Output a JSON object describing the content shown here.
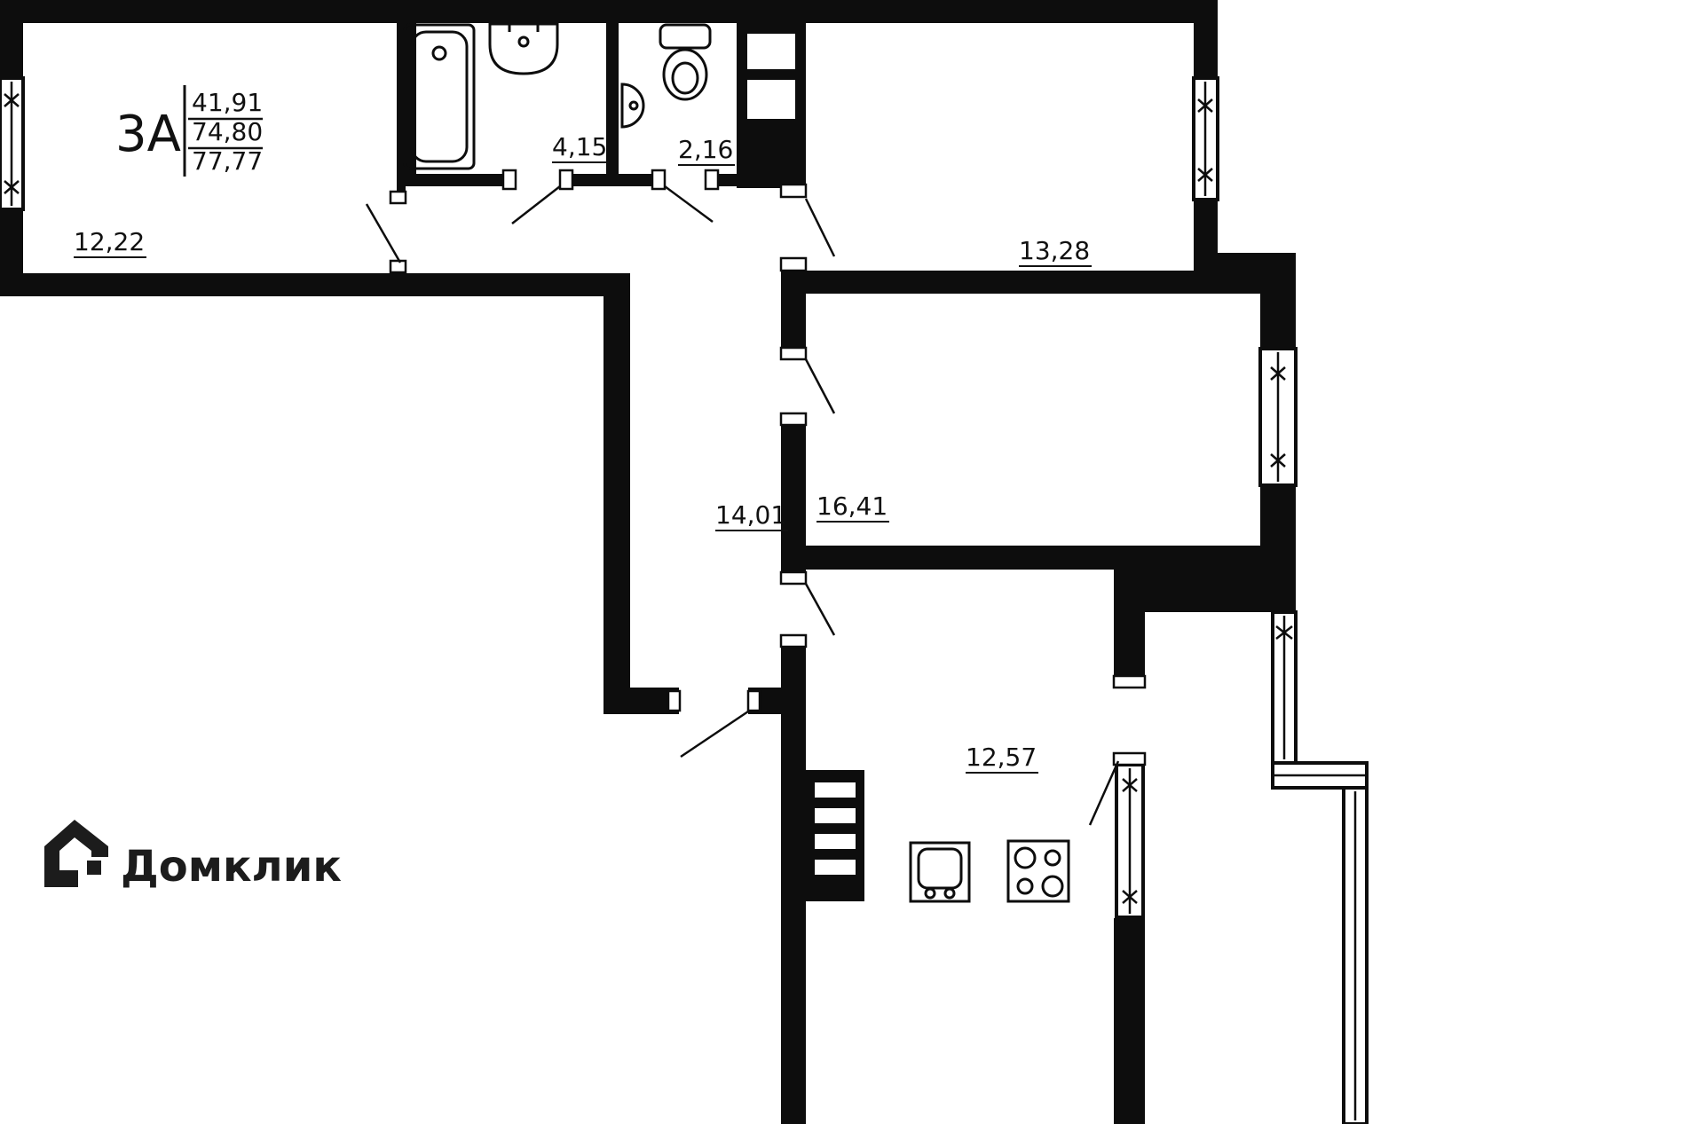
{
  "apartment": {
    "label": "3А",
    "area_values": [
      "41,91",
      "74,80",
      "77,77"
    ]
  },
  "rooms": [
    {
      "id": "living-room",
      "area": "12,22"
    },
    {
      "id": "bathroom",
      "area": "4,15"
    },
    {
      "id": "toilet",
      "area": "2,16"
    },
    {
      "id": "bedroom-1",
      "area": "13,28"
    },
    {
      "id": "hallway",
      "area": "14,01"
    },
    {
      "id": "bedroom-2",
      "area": "16,41"
    },
    {
      "id": "kitchen",
      "area": "12,57"
    }
  ],
  "branding": {
    "logo_text": "Домклик"
  },
  "colors": {
    "wall": "#0d0d0d",
    "background": "#ffffff",
    "logo": "#1c1c1c"
  }
}
